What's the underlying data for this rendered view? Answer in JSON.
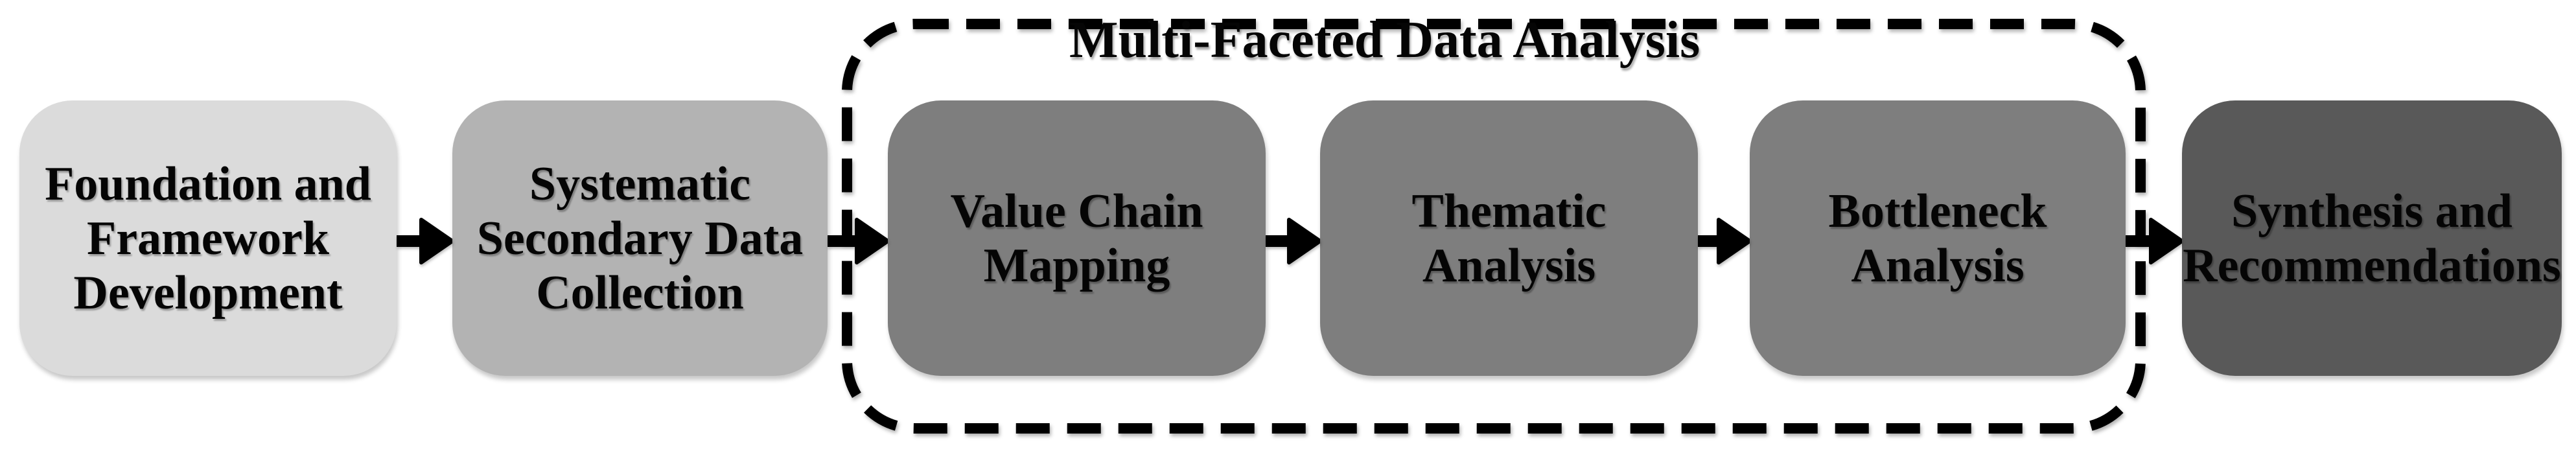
{
  "diagram": {
    "type": "process-flow",
    "background_color": "#ffffff",
    "group": {
      "label": "Multi-Faceted Data Analysis",
      "border_color": "#000000",
      "border_style": "dashed"
    },
    "steps": [
      {
        "label": "Foundation and\nFramework\nDevelopment",
        "fill": "#dbdbdb",
        "text_color": "#050505",
        "in_group": false
      },
      {
        "label": "Systematic\nSecondary Data\nCollection",
        "fill": "#b3b3b3",
        "text_color": "#050505",
        "in_group": false
      },
      {
        "label": "Value Chain\nMapping",
        "fill": "#7e7e7e",
        "text_color": "#050505",
        "in_group": true
      },
      {
        "label": "Thematic\nAnalysis",
        "fill": "#7e7e7e",
        "text_color": "#050505",
        "in_group": true
      },
      {
        "label": "Bottleneck\nAnalysis",
        "fill": "#7e7e7e",
        "text_color": "#050505",
        "in_group": true
      },
      {
        "label": "Synthesis and\nRecommendations",
        "fill": "#595959",
        "text_color": "#050505",
        "in_group": false
      }
    ],
    "connectors": {
      "icon": "arrow-right-icon",
      "color": "#000000",
      "count": 5
    }
  }
}
